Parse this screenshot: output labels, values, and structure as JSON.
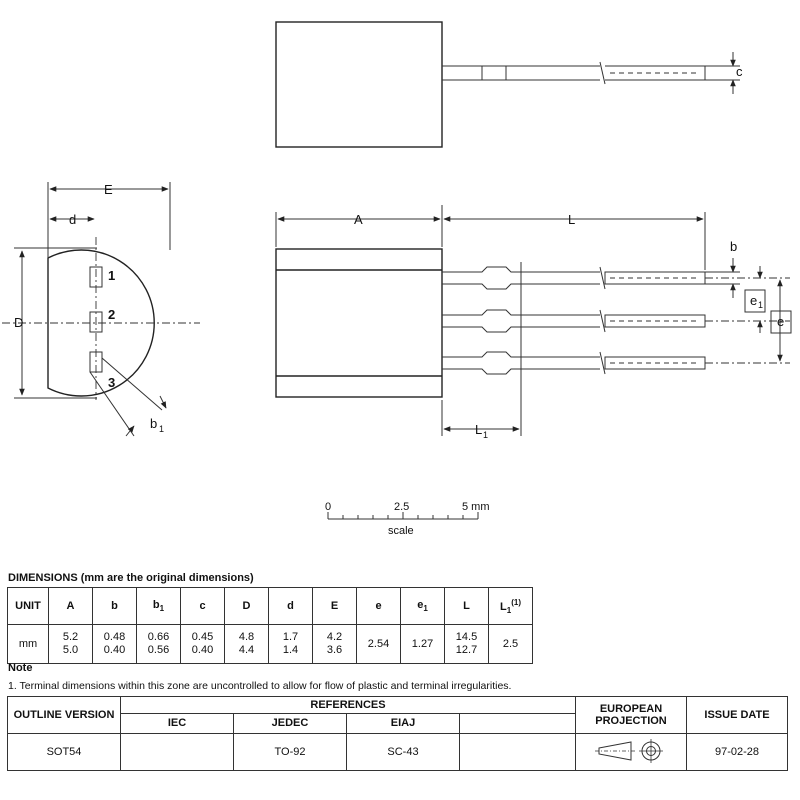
{
  "drawing": {
    "labels": {
      "c": "c",
      "E": "E",
      "d": "d",
      "D": "D",
      "pin1": "1",
      "pin2": "2",
      "pin3": "3",
      "b1": "b",
      "b1_sub": "1",
      "A": "A",
      "L": "L",
      "b": "b",
      "e1": "e",
      "e1_sub": "1",
      "e": "e",
      "L1": "L",
      "L1_sub": "1"
    },
    "scale": {
      "tick_0": "0",
      "tick_mid": "2.5",
      "tick_end": "5 mm",
      "caption": "scale"
    }
  },
  "dimensions": {
    "title": "DIMENSIONS (mm are the original dimensions)",
    "headers": [
      "UNIT",
      "A",
      "b",
      "b",
      "c",
      "D",
      "d",
      "E",
      "e",
      "e",
      "L",
      "L"
    ],
    "header_subs": [
      "",
      "",
      "",
      "1",
      "",
      "",
      "",
      "",
      "",
      "1",
      "",
      "1"
    ],
    "header_sups": [
      "",
      "",
      "",
      "",
      "",
      "",
      "",
      "",
      "",
      "",
      "",
      "(1)"
    ],
    "row": {
      "unit": "mm",
      "A_max": "5.2",
      "A_min": "5.0",
      "b_max": "0.48",
      "b_min": "0.40",
      "b1_max": "0.66",
      "b1_min": "0.56",
      "c_max": "0.45",
      "c_min": "0.40",
      "D_max": "4.8",
      "D_min": "4.4",
      "d_max": "1.7",
      "d_min": "1.4",
      "E_max": "4.2",
      "E_min": "3.6",
      "e": "2.54",
      "e1": "1.27",
      "L_max": "14.5",
      "L_min": "12.7",
      "L1": "2.5"
    }
  },
  "note": {
    "title": "Note",
    "text": "1. Terminal dimensions within this zone are uncontrolled to allow for flow of plastic and terminal irregularities."
  },
  "references": {
    "outline_version_label": "OUTLINE VERSION",
    "references_label": "REFERENCES",
    "iec_label": "IEC",
    "jedec_label": "JEDEC",
    "eiaj_label": "EIAJ",
    "projection_label": "EUROPEAN PROJECTION",
    "issue_date_label": "ISSUE DATE",
    "outline_version": "SOT54",
    "iec": "",
    "jedec": "TO-92",
    "eiaj": "SC-43",
    "issue_date": "97-02-28"
  }
}
